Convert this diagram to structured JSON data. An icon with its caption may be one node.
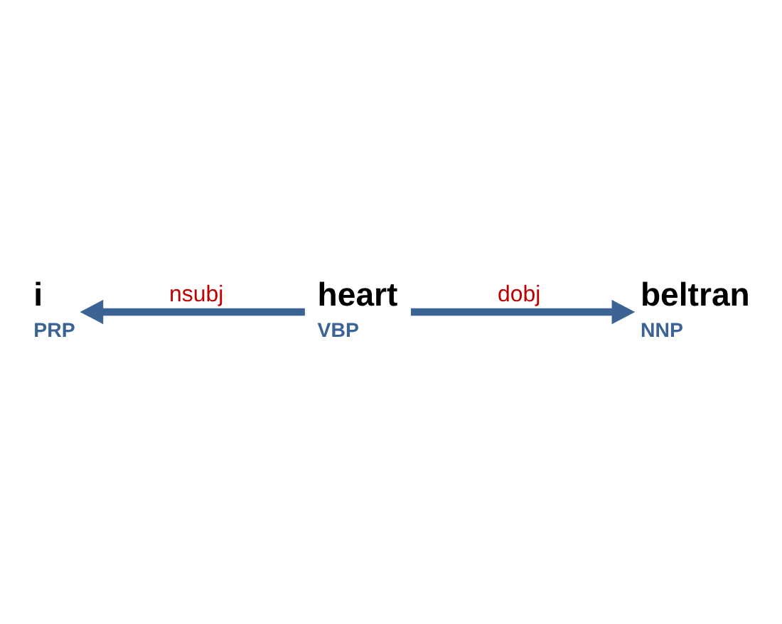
{
  "diagram": {
    "nodes": [
      {
        "text": [
          "i",
          "PRP"
        ]
      },
      {
        "text": [
          "heart",
          "VBP"
        ]
      },
      {
        "text": [
          "beltran",
          "NNP"
        ]
      }
    ],
    "edges": [
      {
        "from": 1,
        "to": 2,
        "arrow": "to",
        "label": "dobj"
      },
      {
        "from": 1,
        "to": 0,
        "arrow": "to",
        "label": "nsubj"
      }
    ]
  }
}
